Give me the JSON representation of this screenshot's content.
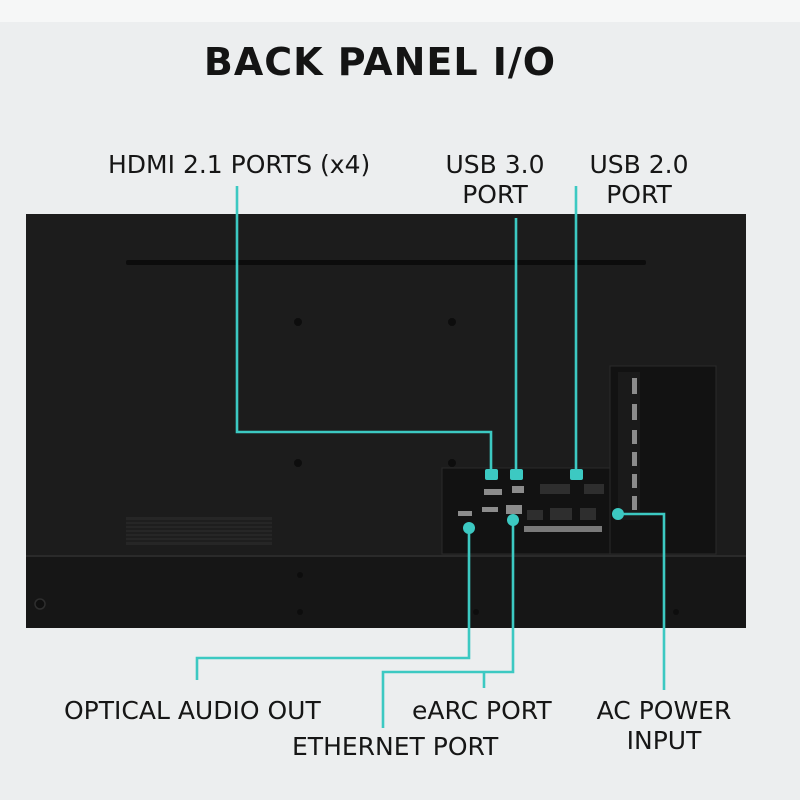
{
  "title": "BACK PANEL I/O",
  "labels": {
    "hdmi": "HDMI 2.1 PORTS (x4)",
    "usb3_line1": "USB 3.0",
    "usb3_line2": "PORT",
    "usb2_line1": "USB 2.0",
    "usb2_line2": "PORT",
    "optical": "OPTICAL AUDIO OUT",
    "earc": "eARC PORT",
    "ethernet": "ETHERNET PORT",
    "ac_line1": "AC POWER",
    "ac_line2": "INPUT"
  },
  "colors": {
    "accent": "#3cc9c2",
    "tv_body": "#1b1b1b",
    "background": "#eceeef",
    "text": "#161616"
  }
}
